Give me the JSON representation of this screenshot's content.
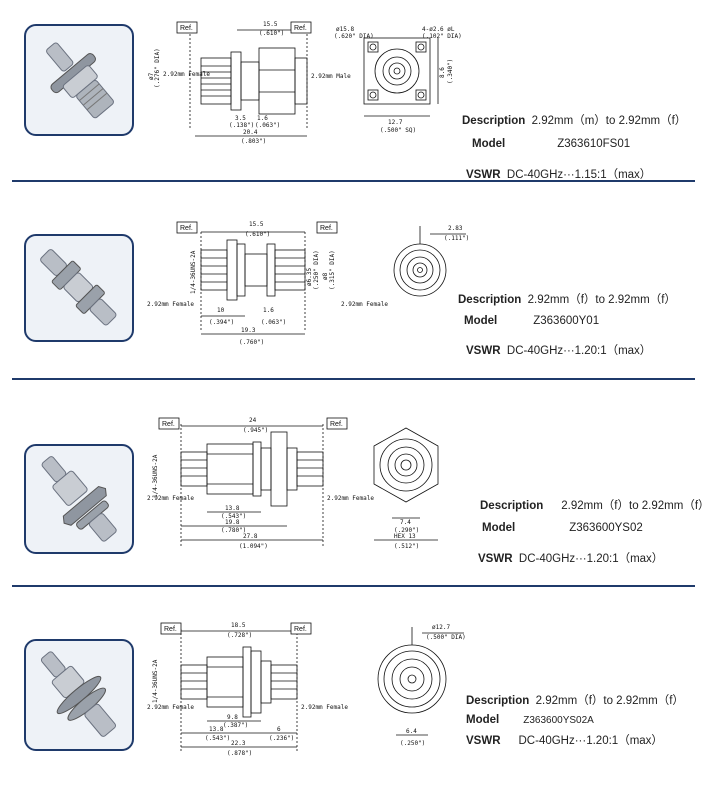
{
  "colors": {
    "frame": "#1f3a6b",
    "line": "#111111",
    "photo_bg": "#eef2f7"
  },
  "products": [
    {
      "description_label": "Description",
      "description_value": "2.92mm（m）to 2.92mm（f）",
      "model_label": "Model",
      "model_value": "Z363610FS01",
      "vswr_label": "VSWR",
      "vswr_value": "DC-40GHz···1.15:1（max）",
      "ref_left": "Ref.",
      "ref_right": "Ref.",
      "dim_top": "15.5",
      "dim_top_in": "(.610\")",
      "dim_bottom": "20.4",
      "dim_bottom_in": "(.803\")",
      "dim_a": "3.5",
      "dim_a_in": "(.138\")",
      "dim_b": "1.6",
      "dim_b_in": "(.063\")",
      "dia": "ø7",
      "dia_in": "(.276\" DIA)",
      "left_note": "2.92mm Female",
      "right_note": "2.92mm Male",
      "flange_sq": "ø15.8",
      "flange_sq_in": "(.620\" DIA)",
      "hole": "4-ø2.6 øL",
      "hole_in": "(.102\" DIA)",
      "side": "8.6",
      "side_in": "(.340\")",
      "width": "12.7",
      "width_in": "(.500\" SQ)"
    },
    {
      "description_label": "Description",
      "description_value": "2.92mm（f）to 2.92mm（f）",
      "model_label": "Model",
      "model_value": "Z363600Y01",
      "vswr_label": "VSWR",
      "vswr_value": "DC-40GHz···1.20:1（max）",
      "ref_left": "Ref.",
      "ref_right": "Ref.",
      "dim_top": "15.5",
      "dim_top_in": "(.610\")",
      "dim_bottom": "19.3",
      "dim_bottom_in": "(.760\")",
      "dim_a": "10",
      "dim_a_in": "(.394\")",
      "dim_b": "1.6",
      "dim_b_in": "(.063\")",
      "dia": "1/4-36UNS-2A",
      "dia2": "ø6.35",
      "dia2_in": "(.250\" DIA)",
      "dia3": "ø8",
      "dia3_in": "(.315\" DIA)",
      "left_note": "2.92mm Female",
      "right_note": "2.92mm Female",
      "side": "2.83",
      "side_in": "(.111\")"
    },
    {
      "description_label": "Description",
      "description_value": "2.92mm（f）to 2.92mm（f）",
      "model_label": "Model",
      "model_value": "Z363600YS02",
      "vswr_label": "VSWR",
      "vswr_value": "DC-40GHz···1.20:1（max）",
      "ref_left": "Ref.",
      "ref_right": "Ref.",
      "dim_top": "24",
      "dim_top_in": "(.945\")",
      "dim_mid": "13.8",
      "dim_mid_in": "(.543\")",
      "dim_bottom": "19.8",
      "dim_bottom_in": "(.780\")",
      "dim_total": "27.8",
      "dim_total_in": "(1.094\")",
      "dia": "1/4-36UNS-2A",
      "left_note": "2.92mm Female",
      "right_note": "2.92mm Female",
      "width": "7.4",
      "width_in": "(.290\")",
      "hex": "HEX 13",
      "hex_in": "(.512\")"
    },
    {
      "description_label": "Description",
      "description_value": "2.92mm（f）to 2.92mm（f）",
      "model_label": "Model",
      "model_value": "Z363600YS02A",
      "vswr_label": "VSWR",
      "vswr_value": "DC-40GHz···1.20:1（max）",
      "ref_left": "Ref.",
      "ref_right": "Ref.",
      "dim_top": "18.5",
      "dim_top_in": "(.728\")",
      "dim_mid": "13.8",
      "dim_mid_in": "(.543\")",
      "dim_c": "6",
      "dim_c_in": "(.236\")",
      "dim_d": "9.8",
      "dim_d_in": "(.387\")",
      "dim_total": "22.3",
      "dim_total_in": "(.878\")",
      "dia": "1/4-36UNS-2A",
      "left_note": "2.92mm Female",
      "right_note": "2.92mm Female",
      "flange": "ø12.7",
      "flange_in": "(.500\" DIA)",
      "width": "6.4",
      "width_in": "(.250\")"
    }
  ]
}
